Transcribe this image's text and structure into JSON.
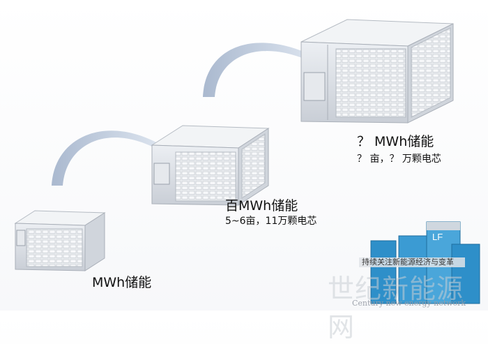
{
  "stages": [
    {
      "title": "MWh储能",
      "subtitle": ""
    },
    {
      "title": "百MWh储能",
      "subtitle": "5~6亩，11万颗电芯"
    },
    {
      "title": "？ MWh储能",
      "subtitle": "？ 亩，？ 万颗电芯"
    }
  ],
  "watermark": {
    "tagline": "持续关注新能源经济与变革",
    "brand": "世纪新能源网",
    "brand_en": "Century new energy network",
    "product_logo": "LF"
  },
  "colors": {
    "arc": "#b9c7da",
    "frame": "#d9dde3",
    "frame_dark": "#aeb4bd",
    "battery": "#eef0f3",
    "cell_blue": "#2e8fc9"
  }
}
